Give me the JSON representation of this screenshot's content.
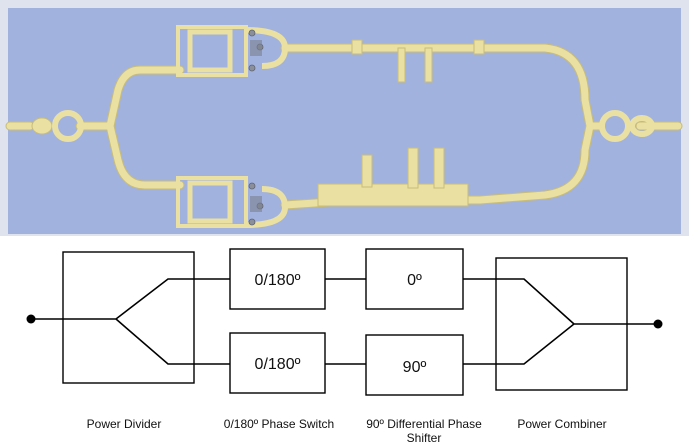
{
  "photo": {
    "substrate_color": "#a6b6e0",
    "metal_color": "#e9e0a2",
    "border_color": "#dfe3ee"
  },
  "diagram": {
    "blocks": {
      "phase_switch_top": "0/180º",
      "phase_switch_bottom": "0/180º",
      "diff_shifter_top": "0º",
      "diff_shifter_bottom": "90º"
    },
    "captions": {
      "power_divider": "Power Divider",
      "phase_switch": "0/180º Phase Switch",
      "diff_shifter_line1": "90º Differential Phase",
      "diff_shifter_line2": "Shifter",
      "power_combiner": "Power Combiner"
    }
  }
}
